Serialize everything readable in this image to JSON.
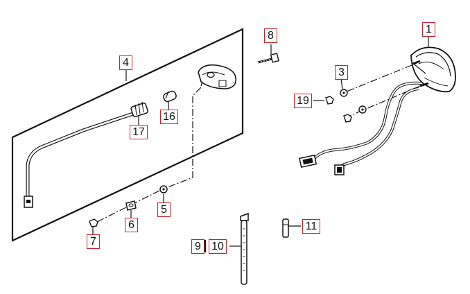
{
  "colors": {
    "callout_border": "#c8202a",
    "line": "#111111",
    "background": "#ffffff"
  },
  "callouts": {
    "c1": "1",
    "c3": "3",
    "c4": "4",
    "c5": "5",
    "c6": "6",
    "c7": "7",
    "c8": "8",
    "c9": "9",
    "c10": "10",
    "c11": "11",
    "c16": "16",
    "c17": "17",
    "c19": "19"
  }
}
